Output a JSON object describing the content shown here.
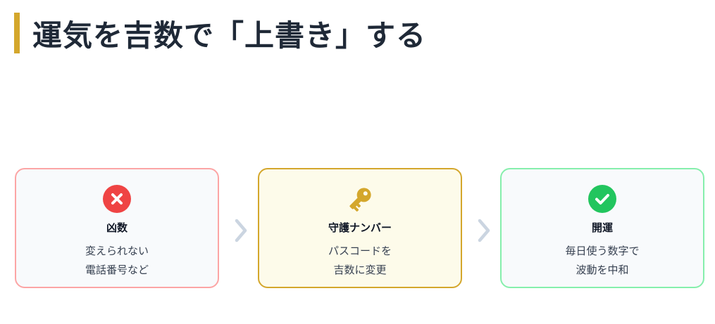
{
  "heading": {
    "title": "運気を吉数で「上書き」する",
    "accent_color": "#d4a72c"
  },
  "flow": [
    {
      "icon": "x-circle-icon",
      "icon_color": "#ef4444",
      "border_color": "#fca5a5",
      "title": "凶数",
      "desc_lines": [
        "変えられない",
        "電話番号など"
      ]
    },
    {
      "icon": "key-icon",
      "icon_color": "#d4a72c",
      "border_color": "#d4a72c",
      "title": "守護ナンバー",
      "desc_lines": [
        "パスコードを",
        "吉数に変更"
      ]
    },
    {
      "icon": "check-circle-icon",
      "icon_color": "#22c55e",
      "border_color": "#86efac",
      "title": "開運",
      "desc_lines": [
        "毎日使う数字で",
        "波動を中和"
      ]
    }
  ],
  "connector_icon": "chevron-right-icon",
  "connector_color": "#cbd5e1"
}
